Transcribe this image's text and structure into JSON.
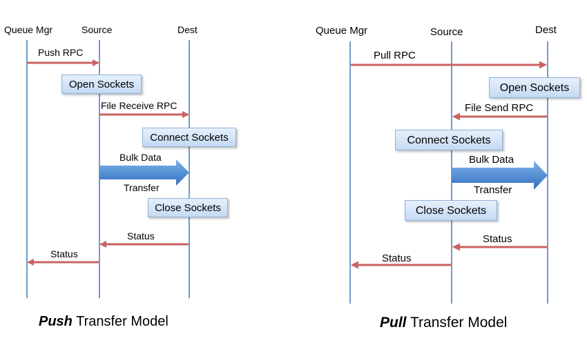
{
  "push": {
    "lanes": {
      "queue_mgr": "Queue Mgr",
      "source": "Source",
      "dest": "Dest"
    },
    "messages": {
      "push_rpc": "Push RPC",
      "file_receive_rpc": "File Receive RPC",
      "bulk_data": "Bulk Data",
      "transfer": "Transfer",
      "status_to_source": "Status",
      "status_to_queue": "Status"
    },
    "actions": {
      "open_sockets": "Open Sockets",
      "connect_sockets": "Connect Sockets",
      "close_sockets": "Close Sockets"
    },
    "caption": {
      "emphasis": "Push",
      "rest": " Transfer Model"
    }
  },
  "pull": {
    "lanes": {
      "queue_mgr": "Queue Mgr",
      "source": "Source",
      "dest": "Dest"
    },
    "messages": {
      "pull_rpc": "Pull RPC",
      "file_send_rpc": "File Send RPC",
      "bulk_data": "Bulk Data",
      "transfer": "Transfer",
      "status_to_source": "Status",
      "status_to_queue": "Status"
    },
    "actions": {
      "open_sockets": "Open Sockets",
      "connect_sockets": "Connect Sockets",
      "close_sockets": "Close Sockets"
    },
    "caption": {
      "emphasis": "Pull",
      "rest": " Transfer Model"
    }
  },
  "colors": {
    "lifeline": "#6f9cc8",
    "message_arrow": "#c9625f",
    "bulk_arrow": "#3f86d8",
    "box_fill": "#d6e6f8",
    "box_border": "#8fb1d8"
  }
}
